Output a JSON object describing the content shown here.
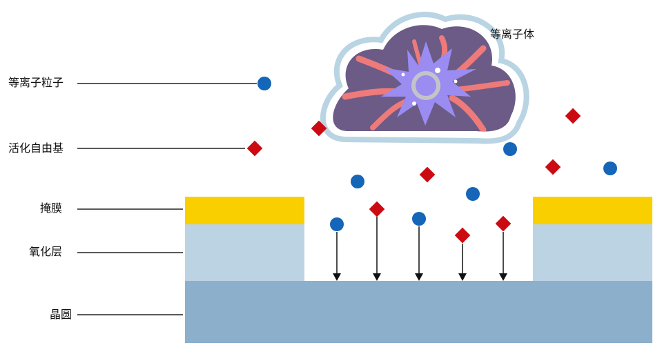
{
  "labels": {
    "plasma": "等离子体",
    "plasma_particle": "等离子粒子",
    "activated_radical": "活化自由基",
    "mask": "掩膜",
    "oxide_layer": "氧化层",
    "wafer": "晶圆"
  },
  "colors": {
    "particle": "#1565b8",
    "radical": "#cc0a12",
    "mask": "#f9cf00",
    "oxide": "#bcd3e4",
    "wafer": "#8cb0cc",
    "plasma_body": "#6b5b86",
    "plasma_ring": "#b9d4e3",
    "plasma_core": "#9a8cf0",
    "plasma_streak": "#ee7a7a",
    "arrow": "#111111",
    "leader_line": "#222222"
  },
  "icons": {
    "particle": "blue-circle-icon",
    "radical": "red-diamond-icon",
    "plasma": "plasma-cloud-icon"
  }
}
